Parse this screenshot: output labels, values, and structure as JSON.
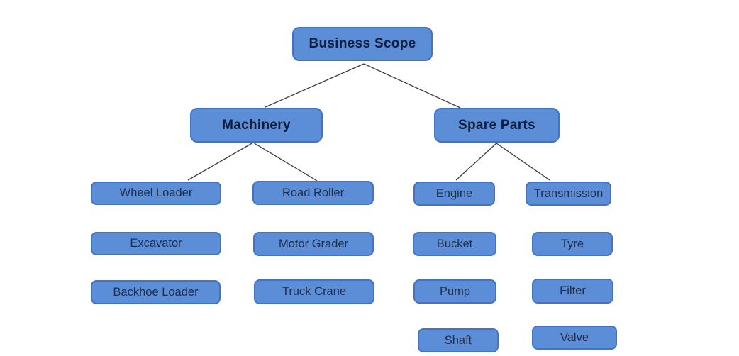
{
  "diagram": {
    "type": "tree",
    "title": "Business Scope",
    "hierarchy": {
      "root": "Business Scope",
      "branches": [
        {
          "label": "Machinery",
          "children": [
            "Wheel Loader",
            "Road Roller",
            "Excavator",
            "Motor Grader",
            "Backhoe Loader",
            "Truck Crane"
          ]
        },
        {
          "label": "Spare Parts",
          "children": [
            "Engine",
            "Transmission",
            "Bucket",
            "Tyre",
            "Pump",
            "Filter",
            "Shaft",
            "Valve"
          ]
        }
      ]
    }
  },
  "nodes": {
    "business_scope": {
      "label": "Business Scope"
    },
    "machinery": {
      "label": "Machinery"
    },
    "spare_parts": {
      "label": "Spare Parts"
    },
    "wheel_loader": {
      "label": "Wheel Loader"
    },
    "road_roller": {
      "label": "Road Roller"
    },
    "excavator": {
      "label": "Excavator"
    },
    "motor_grader": {
      "label": "Motor Grader"
    },
    "backhoe_loader": {
      "label": "Backhoe Loader"
    },
    "truck_crane": {
      "label": "Truck Crane"
    },
    "engine": {
      "label": "Engine"
    },
    "transmission": {
      "label": "Transmission"
    },
    "bucket": {
      "label": "Bucket"
    },
    "tyre": {
      "label": "Tyre"
    },
    "pump": {
      "label": "Pump"
    },
    "filter": {
      "label": "Filter"
    },
    "shaft": {
      "label": "Shaft"
    },
    "valve": {
      "label": "Valve"
    }
  },
  "colors": {
    "node_fill": "#5c8ed8",
    "node_border": "#4573c4",
    "header_text": "#0f1c3a",
    "leaf_text": "#1f2c4a",
    "line": "#3d3d3d",
    "background": "#ffffff"
  }
}
